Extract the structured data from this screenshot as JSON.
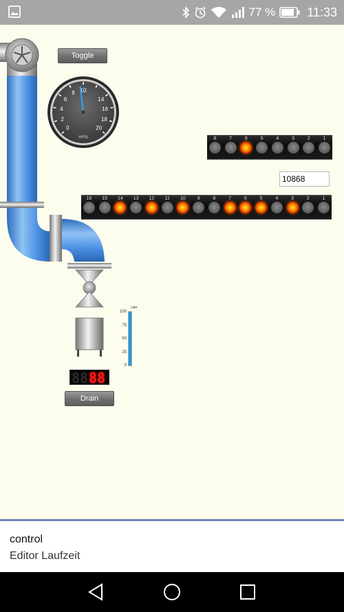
{
  "status_bar": {
    "icons": [
      "image-icon",
      "bluetooth-icon",
      "alarm-icon",
      "wifi-icon",
      "signal-icon",
      "battery-icon"
    ],
    "battery": "77 %",
    "time": "11:33"
  },
  "controls": {
    "toggle_label": "Toggle",
    "drain_label": "Drain",
    "value_field": "10868"
  },
  "gauge": {
    "unit": "m³/s",
    "ticks": [
      "0",
      "2",
      "4",
      "6",
      "8",
      "10",
      "14",
      "16",
      "18",
      "20"
    ],
    "value": 9.5,
    "min": 0,
    "max": 20
  },
  "led_bar_small": {
    "labels": [
      "8",
      "7",
      "6",
      "5",
      "4",
      "3",
      "2",
      "1"
    ],
    "states": [
      false,
      false,
      true,
      false,
      false,
      false,
      false,
      false
    ]
  },
  "led_bar_large": {
    "labels": [
      "16",
      "15",
      "14",
      "13",
      "12",
      "11",
      "10",
      "9",
      "8",
      "7",
      "6",
      "5",
      "4",
      "3",
      "2",
      "1"
    ],
    "states": [
      false,
      false,
      true,
      false,
      true,
      false,
      true,
      false,
      false,
      true,
      true,
      true,
      false,
      true,
      false,
      false
    ]
  },
  "level_meter": {
    "unit": "Liter",
    "scale": [
      "100",
      "75",
      "50",
      "25",
      "0"
    ],
    "level_percent": 100
  },
  "segment_display": {
    "dim_digit": "8",
    "lit_digits": "88"
  },
  "bottom_panel": {
    "title": "control",
    "subtitle": "Editor Laufzeit"
  },
  "colors": {
    "canvas_background": "#fdfdee",
    "pipe_blue": "#4a90e2",
    "led_on": "#ff4000",
    "meter_fill": "#1e9ae0",
    "panel_accent": "#6f86b8"
  }
}
